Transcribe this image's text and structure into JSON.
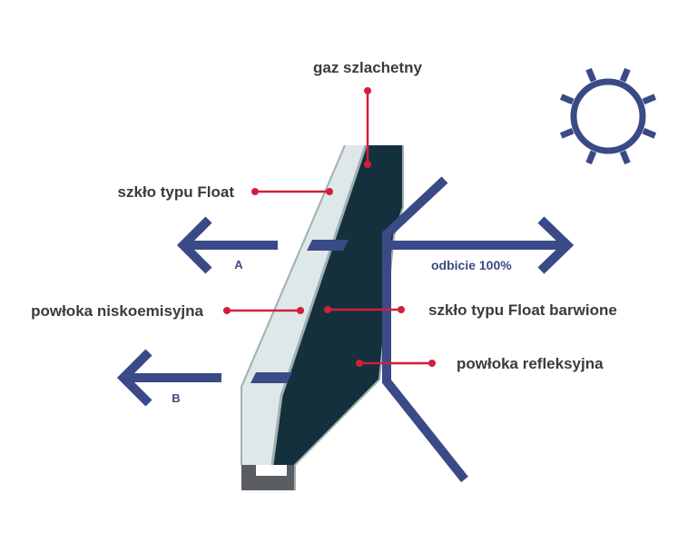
{
  "colors": {
    "ray": "#3a4a86",
    "accent": "#d21f3c",
    "label": "#3b3b3b",
    "glass": "#dfe8e8",
    "glass_edge": "#9fb0b2",
    "tint": "#15303d",
    "frame": "#5a5e62"
  },
  "icons": {
    "sun": "sun-icon"
  },
  "labels": {
    "noble_gas": "gaz szlachetny",
    "float_glass": "szkło typu Float",
    "low_e_coating": "powłoka niskoemisyjna",
    "tinted_float_glass": "szkło typu Float barwione",
    "reflective_coating": "powłoka refleksyjna",
    "reflection": "odbicie 100%",
    "arrow_a": "A",
    "arrow_b": "B"
  }
}
